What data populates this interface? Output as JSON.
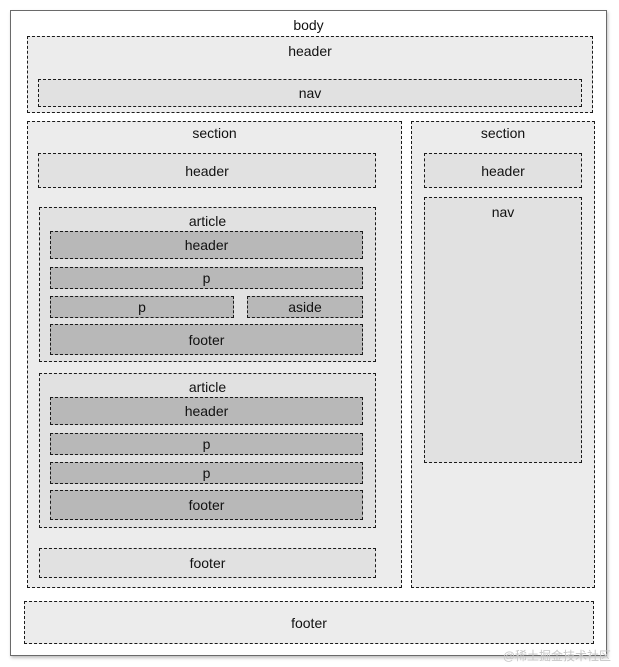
{
  "body_label": "body",
  "page_header": {
    "label": "header",
    "nav": "nav"
  },
  "main_section": {
    "label": "section",
    "header": "header",
    "article1": {
      "label": "article",
      "header": "header",
      "p1": "p",
      "p2": "p",
      "aside": "aside",
      "footer": "footer"
    },
    "article2": {
      "label": "article",
      "header": "header",
      "p1": "p",
      "p2": "p",
      "footer": "footer"
    },
    "footer": "footer"
  },
  "side_section": {
    "label": "section",
    "header": "header",
    "nav": "nav"
  },
  "page_footer": "footer",
  "watermark": "@稀土掘金技术社区",
  "colors": {
    "level1": "#ececec",
    "level2": "#e1e1e1",
    "level3": "#b8b8b8",
    "border": "#1a1a1a"
  }
}
